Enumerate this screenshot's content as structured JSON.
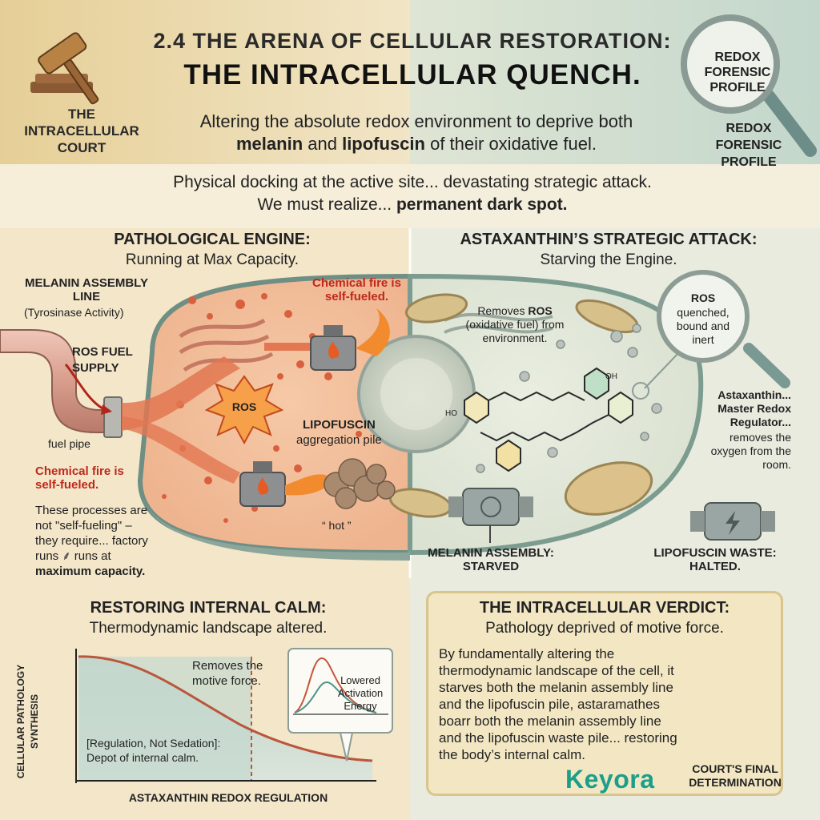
{
  "header": {
    "title_line1": "2.4 THE ARENA OF CELLULAR RESTORATION:",
    "title_line2": "THE INTRACELLULAR  QUENCH.",
    "subtitle_plain": "Altering the absolute redox environment to deprive both",
    "subtitle_bold1": "melanin",
    "subtitle_and": " and ",
    "subtitle_bold2": "lipofuscin",
    "subtitle_end": " of their oxidative fuel.",
    "court_label": "THE INTRACELLULAR COURT",
    "lens_text": "REDOX FORENSIC PROFILE",
    "profile_label": "REDOX FORENSIC PROFILE"
  },
  "quote": {
    "line1": "Physical docking at the active site... devastating strategic attack.",
    "line2_plain": "We must realize... ",
    "line2_bold": "permanent dark spot."
  },
  "left_panel": {
    "title": "PATHOLOGICAL ENGINE:",
    "subtitle": "Running at Max Capacity.",
    "melanin_line": "MELANIN ASSEMBLY LINE",
    "tyrosinase": "(Tyrosinase Activity)",
    "ros_fuel": "ROS FUEL SUPPLY",
    "fuel_pipe": "fuel pipe",
    "chem_fire_top": "Chemical fire is self-fueled.",
    "chem_fire_left": "Chemical fire is self-fueled.",
    "ros_burst": "ROS",
    "lipofuscin": "LIPOFUSCIN",
    "aggregation": "aggregation pile",
    "hot": "“ hot ”",
    "processes_text": "These processes are not \"self-fueling\" – they require... factory runs ⸙ runs at ",
    "processes_bold": "maximum capacity."
  },
  "right_panel": {
    "title": "ASTAXANTHIN’S STRATEGIC ATTACK:",
    "subtitle": "Starving the Engine.",
    "removes_ros_1": "Removes ",
    "removes_ros_bold": "ROS",
    "removes_ros_2": "(oxidative fuel) from environment.",
    "lens_ros": "ROS",
    "lens_text": "quenched, bound and inert",
    "astax_bold": "Astaxanthin... Master Redox Regulator...",
    "astax_plain": "removes the oxygen from the room.",
    "melanin_starved": "MELANIN ASSEMBLY: STARVED",
    "lipo_halted": "LIPOFUSCIN WASTE: HALTED.",
    "ho_left": "HO",
    "oh_right": "OH"
  },
  "calm_section": {
    "title": "RESTORING INTERNAL CALM:",
    "subtitle": "Thermodynamic landscape altered.",
    "y_axis": "CELLULAR PATHOLOGY SYNTHESIS",
    "x_axis": "ASTAXANTHIN REDOX REGULATION",
    "removes_motive": "Removes the motive force.",
    "regulation_note": "[Regulation, Not Sedation]:",
    "depot_note": "Depot of internal calm.",
    "lowered_energy": "Lowered Activation Energy"
  },
  "verdict": {
    "title": "THE INTRACELLULAR VERDICT:",
    "subtitle": "Pathology deprived of motive force.",
    "body": "By fundamentally altering the thermodynamic landscape of the cell, it starves both the melanin assembly line and the lipofuscin pile, astaramathes boarr both the melanin assembly line and the lipofuscin waste pile... restoring the body’s internal calm.",
    "court_final": "COURT'S FINAL DETERMINATION"
  },
  "brand": {
    "name": "Keyora",
    "color": "#1b9e8a"
  }
}
